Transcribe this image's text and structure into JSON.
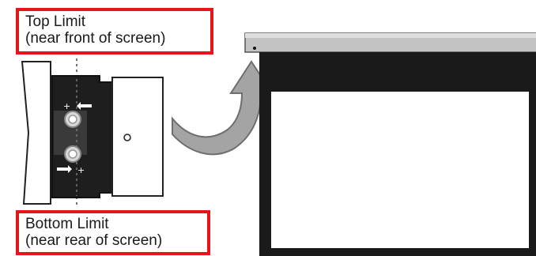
{
  "labels": {
    "top_limit": {
      "title": "Top Limit",
      "subtitle": "(near front of screen)"
    },
    "bottom_limit": {
      "title": "Bottom Limit",
      "subtitle": "(near rear of screen)"
    }
  },
  "icons": [
    "adjustment-screw-icon",
    "curved-arrow-icon",
    "projector-screen-icon"
  ],
  "colors": {
    "label_border": "#e8141c",
    "housing": "#bcbcbc",
    "black_border": "#1a1a1a",
    "arrow": "#9a9a9a"
  }
}
